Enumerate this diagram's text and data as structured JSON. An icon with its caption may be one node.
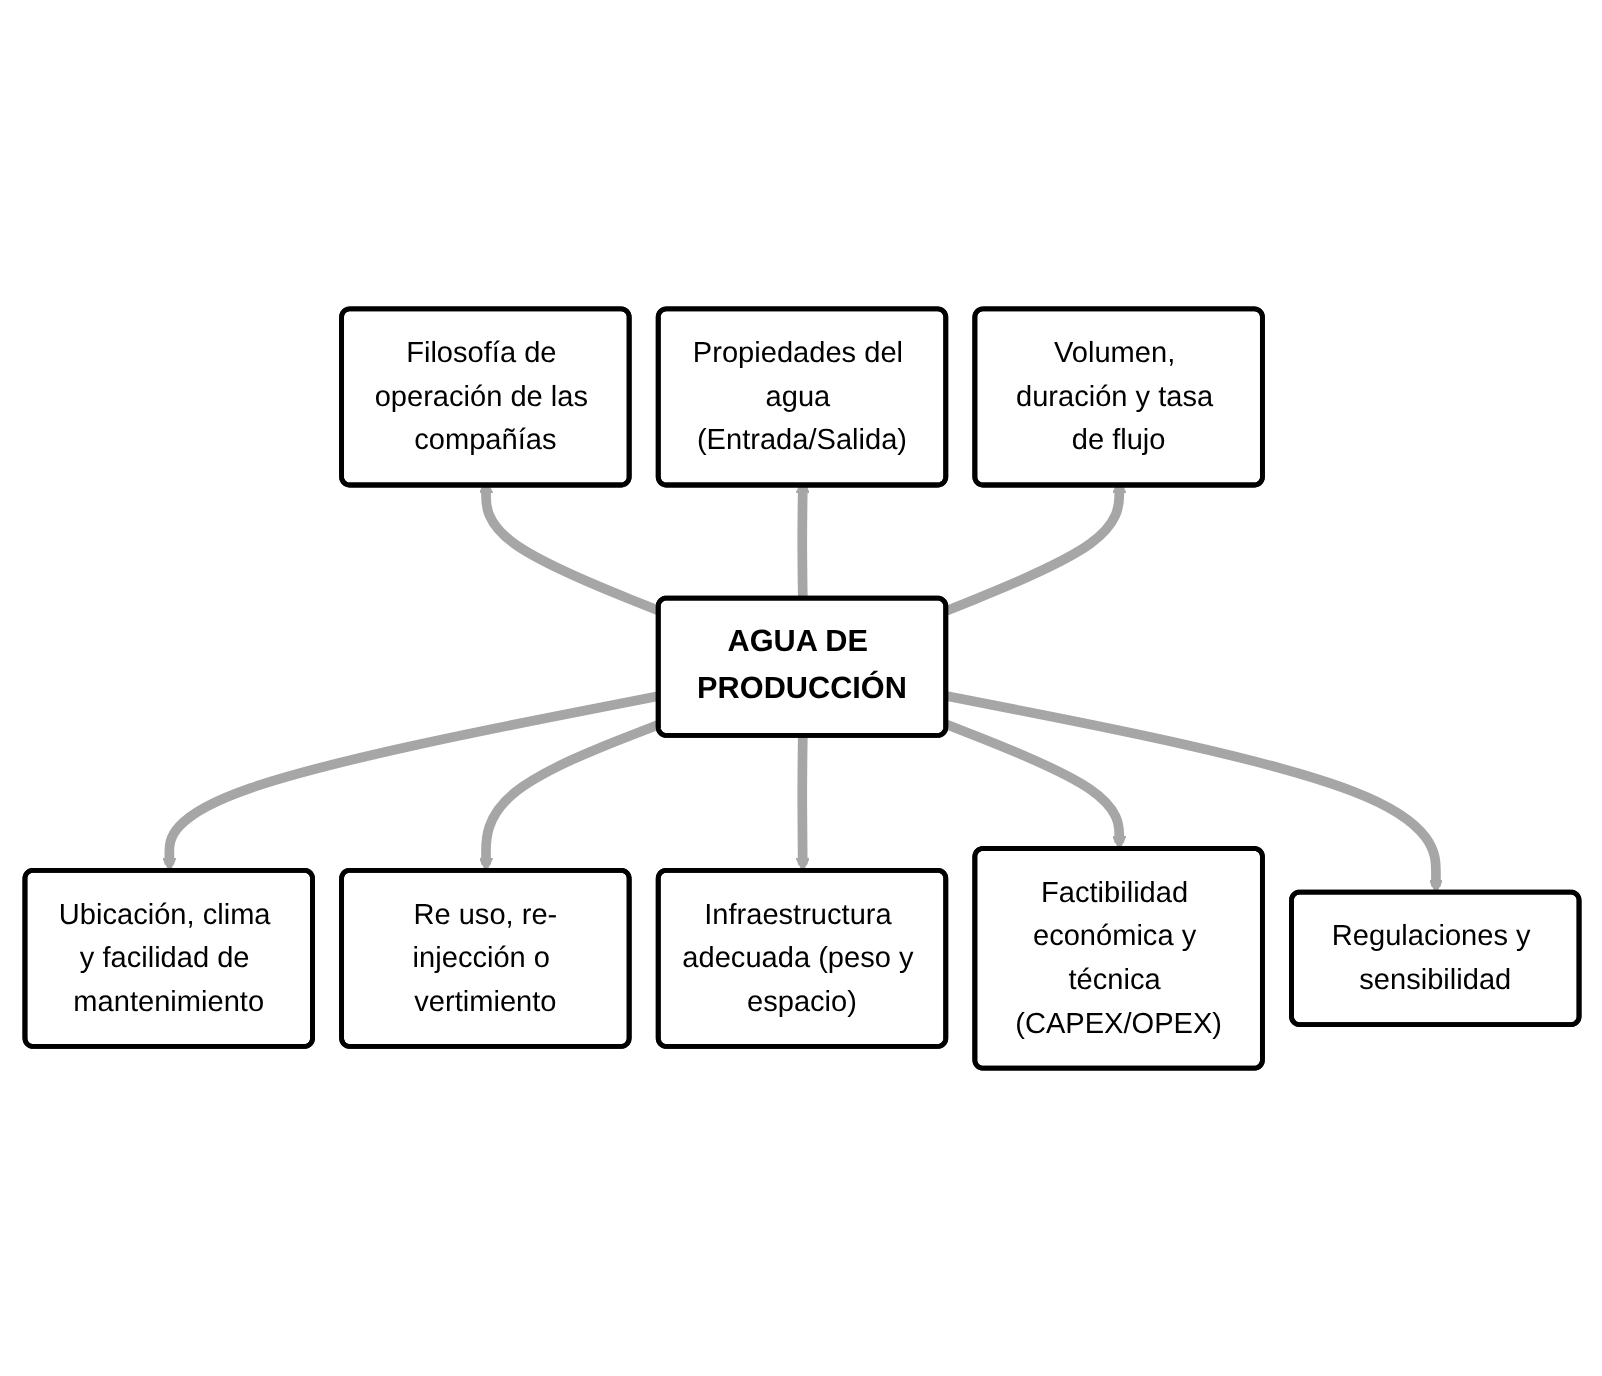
{
  "diagram": {
    "nodes": [
      {
        "text": [
          "Filosofía de operación de las compañías"
        ]
      },
      {
        "text": [
          "Propiedades del agua (Entrada/Salida)"
        ]
      },
      {
        "text": [
          "Volumen, duración y tasa de flujo"
        ]
      },
      {
        "text": [
          "Ubicación, clima y facilidad de mantenimiento"
        ]
      },
      {
        "text": [
          "AGUA DE PRODUCCIÓN"
        ]
      },
      {
        "text": [
          "Re uso, re-injección o vertimiento"
        ]
      },
      {
        "text": [
          "Infraestructura adecuada (peso y espacio)"
        ]
      },
      {
        "text": [
          "Factibilidad económica y técnica (CAPEX/OPEX)"
        ]
      },
      {
        "text": [
          "Regulaciones y sensibilidad"
        ]
      }
    ],
    "edges": [
      {
        "from": 4,
        "to": 0,
        "arrow": "to"
      },
      {
        "from": 4,
        "to": 1,
        "arrow": "to"
      },
      {
        "from": 4,
        "to": 2,
        "arrow": "to"
      },
      {
        "from": 4,
        "to": 3,
        "arrow": "to"
      },
      {
        "from": 4,
        "to": 5,
        "arrow": "to"
      },
      {
        "from": 4,
        "to": 6,
        "arrow": "to"
      },
      {
        "from": 4,
        "to": 7,
        "arrow": "to"
      },
      {
        "from": 4,
        "to": 8,
        "arrow": "to"
      }
    ]
  }
}
